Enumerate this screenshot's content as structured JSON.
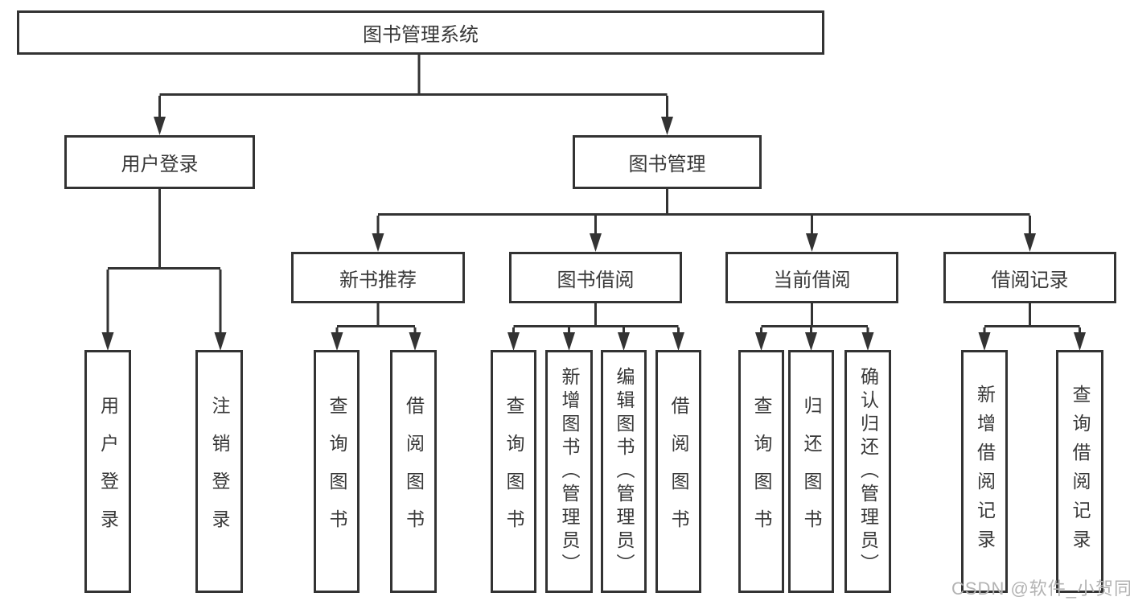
{
  "watermark": "CSDN @软件_小贺同学",
  "diagram": {
    "root_label": "图书管理系统",
    "login_branch": {
      "label": "用户登录",
      "children": [
        {
          "label": "用户登录"
        },
        {
          "label": "注销登录"
        }
      ]
    },
    "mgmt_branch": {
      "label": "图书管理",
      "sections": [
        {
          "label": "新书推荐",
          "children": [
            {
              "label": "查询图书"
            },
            {
              "label": "借阅图书"
            }
          ]
        },
        {
          "label": "图书借阅",
          "children": [
            {
              "label": "查询图书"
            },
            {
              "label": "新增图书（管理员）"
            },
            {
              "label": "编辑图书（管理员）"
            },
            {
              "label": "借阅图书"
            }
          ]
        },
        {
          "label": "当前借阅",
          "children": [
            {
              "label": "查询图书"
            },
            {
              "label": "归还图书"
            },
            {
              "label": "确认归还（管理员）"
            }
          ]
        },
        {
          "label": "借阅记录",
          "children": [
            {
              "label": "新增借阅记录"
            },
            {
              "label": "查询借阅记录"
            }
          ]
        }
      ]
    }
  }
}
